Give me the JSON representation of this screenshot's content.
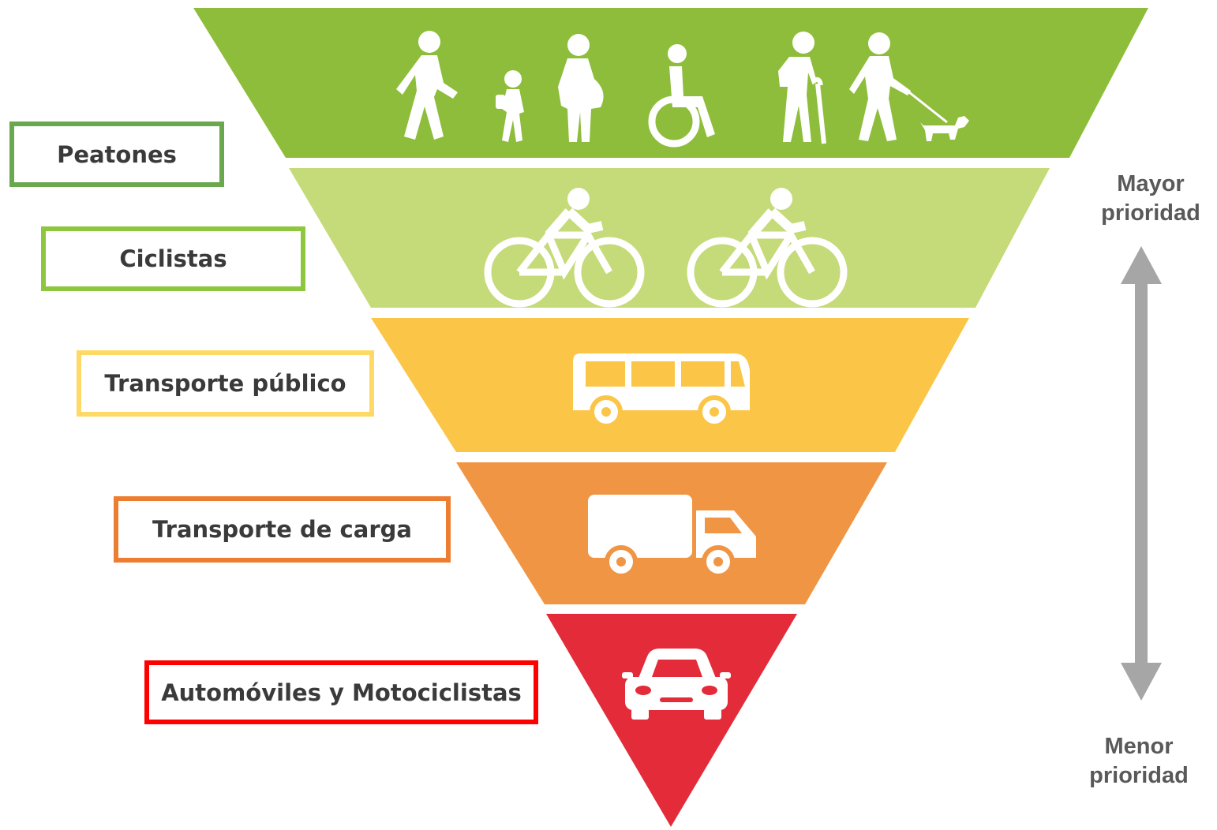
{
  "levels": [
    {
      "label": "Peatones",
      "color": "#8dbd3a",
      "border": "#6aa84f",
      "icon": "pedestrians-icon"
    },
    {
      "label": "Ciclistas",
      "color": "#c5da78",
      "border": "#8dc63f",
      "icon": "cyclists-icon"
    },
    {
      "label": "Transporte público",
      "color": "#fbc547",
      "border": "#ffd966",
      "icon": "bus-icon"
    },
    {
      "label": "Transporte de carga",
      "color": "#f09543",
      "border": "#ed7d31",
      "icon": "truck-icon"
    },
    {
      "label": "Automóviles y Motociclistas",
      "color": "#e32b3a",
      "border": "#ff0000",
      "icon": "car-icon"
    }
  ],
  "priority": {
    "high_line1": "Mayor",
    "high_line2": "prioridad",
    "low_line1": "Menor",
    "low_line2": "prioridad",
    "arrow_color": "#a6a6a6"
  }
}
